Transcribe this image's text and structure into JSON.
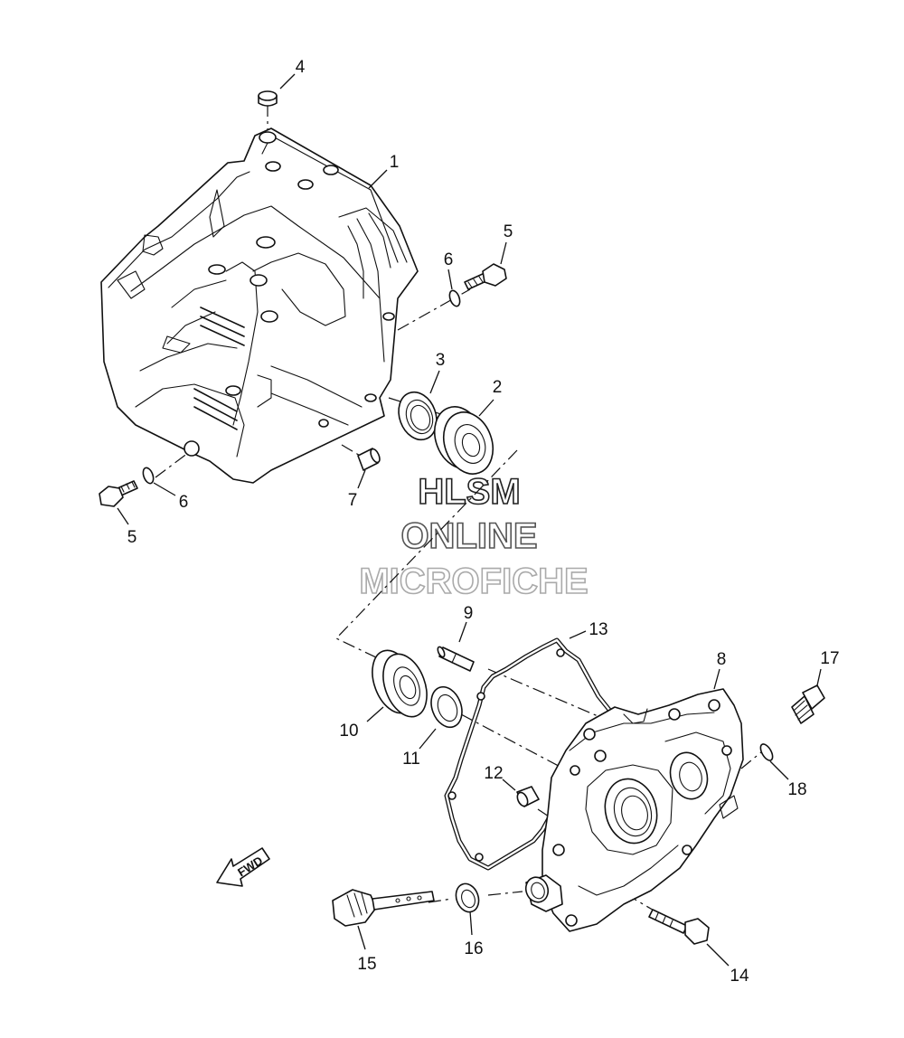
{
  "watermark": {
    "line1": "HLSM",
    "line2": "ONLINE",
    "line3": "MICROFICHE"
  },
  "direction_label": "FWD",
  "callouts": [
    {
      "id": "c1",
      "label": "1"
    },
    {
      "id": "c2",
      "label": "2"
    },
    {
      "id": "c3",
      "label": "3"
    },
    {
      "id": "c4",
      "label": "4"
    },
    {
      "id": "c5a",
      "label": "5"
    },
    {
      "id": "c5b",
      "label": "5"
    },
    {
      "id": "c6a",
      "label": "6"
    },
    {
      "id": "c6b",
      "label": "6"
    },
    {
      "id": "c7",
      "label": "7"
    },
    {
      "id": "c8",
      "label": "8"
    },
    {
      "id": "c9",
      "label": "9"
    },
    {
      "id": "c10",
      "label": "10"
    },
    {
      "id": "c11",
      "label": "11"
    },
    {
      "id": "c12",
      "label": "12"
    },
    {
      "id": "c13",
      "label": "13"
    },
    {
      "id": "c14",
      "label": "14"
    },
    {
      "id": "c15",
      "label": "15"
    },
    {
      "id": "c16",
      "label": "16"
    },
    {
      "id": "c17",
      "label": "17"
    },
    {
      "id": "c18",
      "label": "18"
    }
  ]
}
